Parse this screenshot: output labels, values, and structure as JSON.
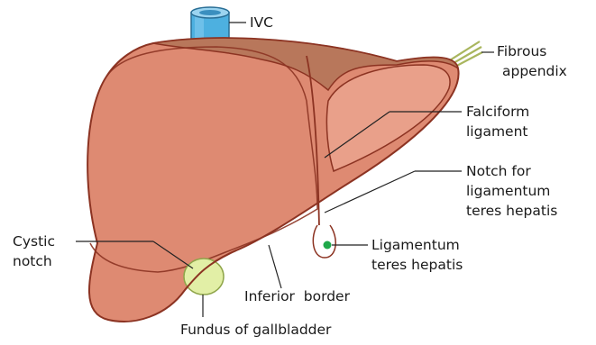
{
  "colors": {
    "liver_fill": "#de8a72",
    "liver_outline": "#8c3322",
    "liver_highlight": "#e9a08a",
    "bare_area_fill": "#b8775b",
    "ivc_fill": "#4db0e0",
    "ivc_top": "#9bd4f0",
    "gallbladder_fill": "#e2efa6",
    "gallbladder_outline": "#8fa54a",
    "ligamentum_dot": "#1fa84a",
    "fibrous_appendix": "#a9b65e",
    "leader_line": "#222222"
  },
  "labels": {
    "ivc": "IVC",
    "fibrous_appendix": [
      "Fibrous",
      "appendix"
    ],
    "falciform_ligament": [
      "Falciform",
      "ligament"
    ],
    "notch_ligamentum_teres": [
      "Notch for",
      "ligamentum",
      "teres hepatis"
    ],
    "ligamentum_teres_hepatis": [
      "Ligamentum",
      "teres hepatis"
    ],
    "cystic_notch": [
      "Cystic",
      "notch"
    ],
    "inferior_border": "Inferior  border",
    "fundus_gallbladder": "Fundus of gallbladder"
  }
}
